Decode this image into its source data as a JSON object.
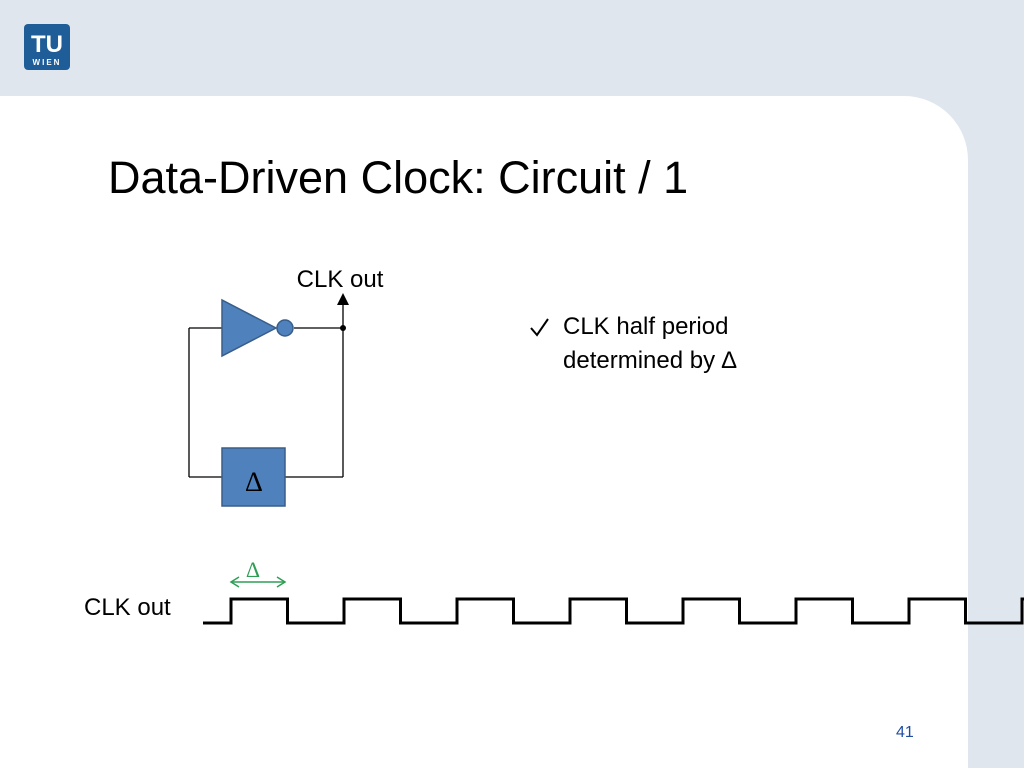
{
  "logo": {
    "line1": "TU",
    "line2": "WIEN",
    "color": "#1f5d99"
  },
  "title": "Data-Driven Clock: Circuit / 1",
  "circuit": {
    "output_label": "CLK out",
    "delay_symbol": "∆",
    "component_fill": "#4f81bd",
    "component_stroke": "#385d8a"
  },
  "waveform": {
    "signal_label": "CLK out",
    "delta_symbol": "∆",
    "delta_color": "#2e9e55",
    "levels": [
      0,
      1,
      0,
      1,
      0,
      1,
      0,
      1,
      0,
      1,
      0,
      1,
      0,
      1,
      0,
      1
    ]
  },
  "bullet": {
    "icon": "check-icon",
    "line1": "CLK half period",
    "line2": "determined by ∆"
  },
  "page_number": "41"
}
